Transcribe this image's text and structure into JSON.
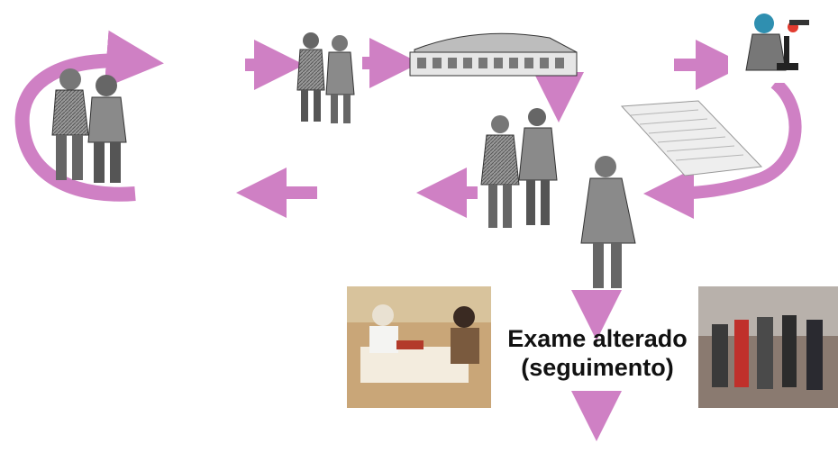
{
  "main_caption": {
    "line1": "Exame alterado",
    "line2": "(seguimento)"
  },
  "colors": {
    "arrow": "#cf80c4",
    "figure_gray": "#8a8a8a",
    "figure_dark": "#3a3a3a"
  },
  "icons": [
    "couple-walking-figure",
    "family-group-figure",
    "clinic-building",
    "microscope-technician",
    "report-sheet",
    "woman-standing-figure",
    "doctor-consultation-photo",
    "clinic-corridor-photo"
  ]
}
